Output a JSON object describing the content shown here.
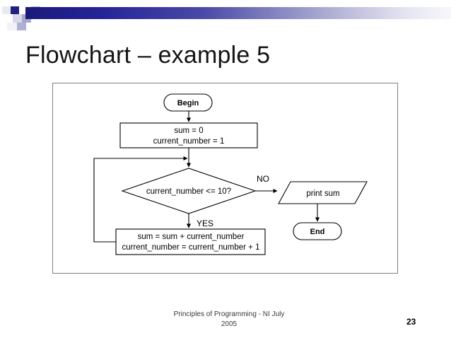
{
  "slide": {
    "title": "Flowchart – example 5",
    "page_number": "23",
    "footer": "Principles of Programming - NI July 2005",
    "footer_line1": "Principles of Programming - NI July",
    "footer_line2": "2005",
    "accent_color": "#21217e",
    "frame_border_color": "#808080"
  },
  "flowchart": {
    "type": "flowchart",
    "nodes": [
      {
        "id": "begin",
        "shape": "terminator",
        "label": "Begin",
        "bold": true
      },
      {
        "id": "init",
        "shape": "process",
        "label_line1": "sum = 0",
        "label_line2": "current_number = 1"
      },
      {
        "id": "decide",
        "shape": "decision",
        "label": "current_number <= 10?"
      },
      {
        "id": "print",
        "shape": "input-output",
        "label": "print sum"
      },
      {
        "id": "end",
        "shape": "terminator",
        "label": "End",
        "bold": true
      },
      {
        "id": "update",
        "shape": "process",
        "label_line1": "sum = sum + current_number",
        "label_line2": "current_number = current_number + 1"
      }
    ],
    "edges": [
      {
        "from": "begin",
        "to": "init",
        "label": ""
      },
      {
        "from": "init",
        "to": "decide",
        "label": ""
      },
      {
        "from": "decide",
        "to": "print",
        "label": "NO"
      },
      {
        "from": "decide",
        "to": "update",
        "label": "YES"
      },
      {
        "from": "print",
        "to": "end",
        "label": ""
      },
      {
        "from": "update",
        "to": "decide",
        "label": ""
      }
    ],
    "labels": {
      "no": "NO",
      "yes": "YES"
    }
  }
}
